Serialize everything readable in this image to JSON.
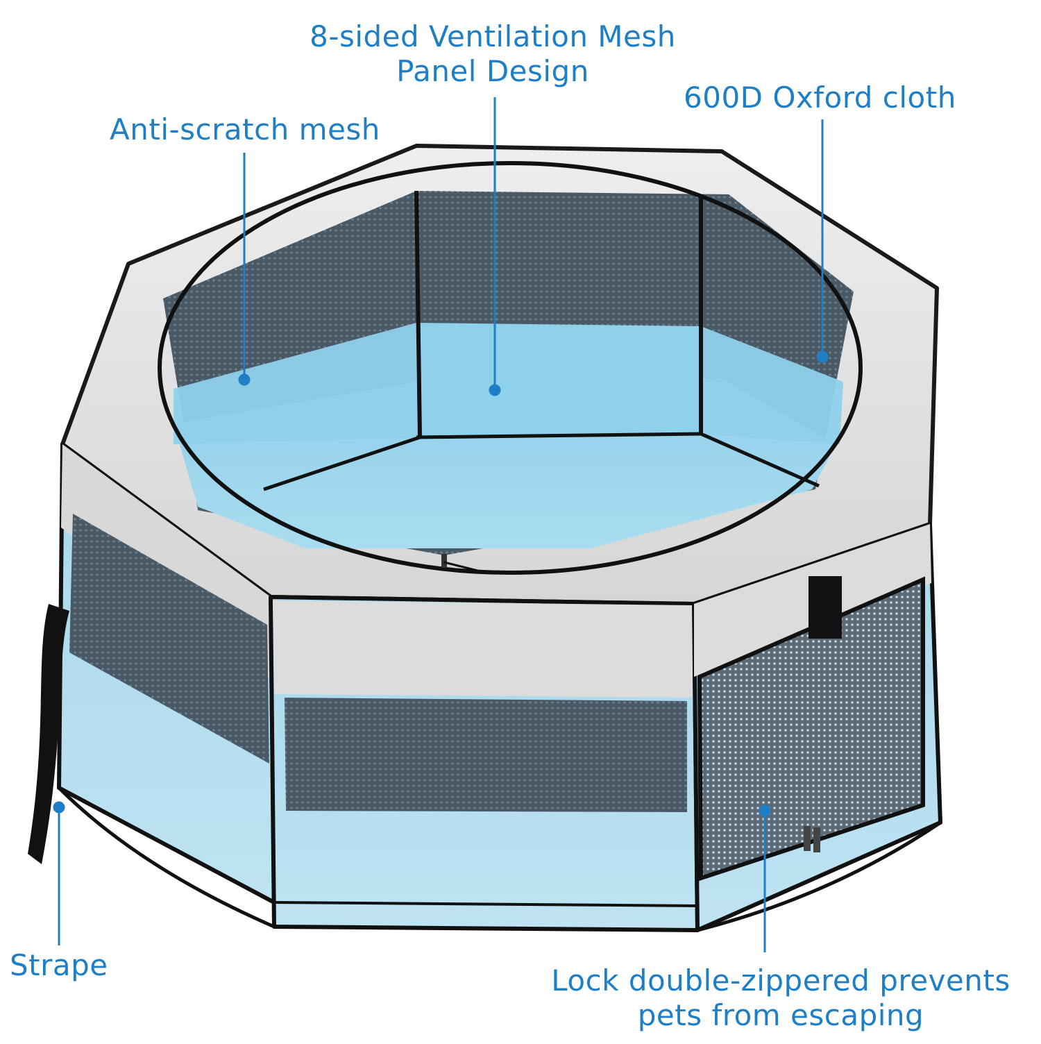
{
  "annotations": {
    "ventilation": {
      "line1": "8-sided Ventilation Mesh",
      "line2": "Panel Design"
    },
    "anti_scratch": "Anti-scratch mesh",
    "oxford": "600D Oxford cloth",
    "strape": "Strape",
    "lock": {
      "line1": "Lock double-zippered prevents",
      "line2": "pets from escaping"
    }
  },
  "colors": {
    "callout": "#1e7fc6",
    "fabric_grey": "#dcdcdc",
    "fabric_blue": "#8fcde7",
    "mesh_dark": "#3f4e5a",
    "binding": "#1a1a1a"
  }
}
